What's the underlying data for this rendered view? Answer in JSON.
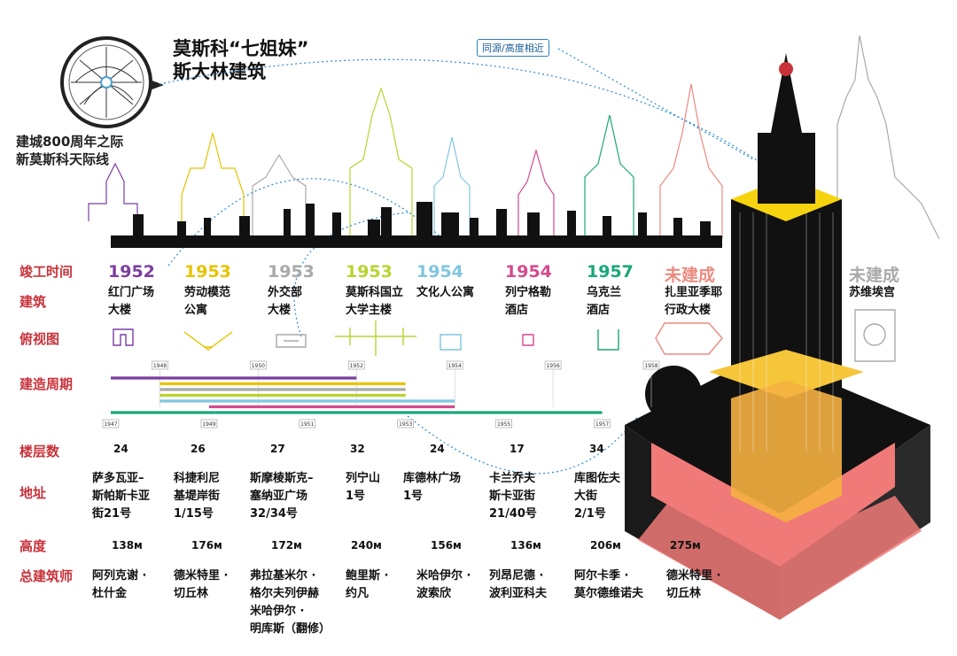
{
  "header": {
    "title_line1": "莫斯科“七姐妹”",
    "title_line2": "斯大林建筑",
    "sub_line1": "建城800周年之际",
    "sub_line2": "新莫斯科天际线",
    "similar_label": "同源/高度相近"
  },
  "row_labels": {
    "year": "竣工时间",
    "name": "建筑",
    "plan": "俯视图",
    "period": "建造周期",
    "floors": "楼层数",
    "address": "地址",
    "height": "高度",
    "architect": "总建筑师"
  },
  "buildings": [
    {
      "year": "1952",
      "color": "#7b3fa0",
      "name": [
        "红门广场",
        "大楼"
      ],
      "floors": "24",
      "address": [
        "萨多瓦亚–",
        "斯帕斯卡亚",
        "街21号"
      ],
      "height": "138м",
      "architect": [
        "阿列克谢 ·",
        "杜什金"
      ]
    },
    {
      "year": "1953",
      "color": "#e5c400",
      "name": [
        "劳动模范",
        "公寓"
      ],
      "floors": "26",
      "address": [
        "科捷利尼",
        "基堤岸街",
        "1/15号"
      ],
      "height": "176м",
      "architect": [
        "德米特里 ·",
        "切丘林"
      ]
    },
    {
      "year": "1953",
      "color": "#a9a9a9",
      "name": [
        "外交部",
        "大楼"
      ],
      "floors": "27",
      "address": [
        "斯摩棱斯克–",
        "塞纳亚广场",
        "32/34号"
      ],
      "height": "172м",
      "architect": [
        "弗拉基米尔 ·",
        "格尔夫列伊赫",
        "米哈伊尔 ·",
        "明库斯（翻修）"
      ]
    },
    {
      "year": "1953",
      "color": "#b8d430",
      "name": [
        "莫斯科国立",
        "大学主楼"
      ],
      "floors": "32",
      "address": [
        "列宁山",
        "1号"
      ],
      "height": "240м",
      "architect": [
        "鲍里斯 ·",
        "约凡"
      ]
    },
    {
      "year": "1954",
      "color": "#7fc6e0",
      "name": [
        "文化人公寓"
      ],
      "floors": "24",
      "address": [
        "库德林广场",
        "1号"
      ],
      "height": "156м",
      "architect": [
        "米哈伊尔 ·",
        "波索欣"
      ]
    },
    {
      "year": "1954",
      "color": "#d44a8c",
      "name": [
        "列宁格勒",
        "酒店"
      ],
      "floors": "17",
      "address": [
        "卡兰乔夫",
        "斯卡亚街",
        "21/40号"
      ],
      "height": "136м",
      "architect": [
        "列昂尼德 ·",
        "波利亚科夫"
      ]
    },
    {
      "year": "1957",
      "color": "#1aa77a",
      "name": [
        "乌克兰",
        "酒店"
      ],
      "floors": "34",
      "address": [
        "库图佐夫",
        "大街",
        "2/1号"
      ],
      "height": "206м",
      "architect": [
        "阿尔卡季 ·",
        "莫尔德维诺夫"
      ]
    },
    {
      "year": "未建成",
      "color": "#ec8b80",
      "name": [
        "扎里亚季耶",
        "行政大楼"
      ],
      "floors": "",
      "address": [],
      "height": "275м",
      "architect": [
        "德米特里 ·",
        "切丘林"
      ]
    },
    {
      "year": "未建成",
      "color": "#aaaaaa",
      "name": [
        "苏维埃宫"
      ],
      "floors": "",
      "address": [],
      "height": "",
      "architect": []
    }
  ],
  "timeline": {
    "top_ticks": [
      "1948",
      "1950",
      "1952",
      "1954",
      "1956",
      "1958"
    ],
    "bottom_ticks": [
      "1947",
      "1949",
      "1951",
      "1953",
      "1955",
      "1957"
    ],
    "bars": [
      {
        "color": "#7b3fa0",
        "start": 1947,
        "end": 1952
      },
      {
        "color": "#e5c400",
        "start": 1948,
        "end": 1953
      },
      {
        "color": "#a9a9a9",
        "start": 1948,
        "end": 1953
      },
      {
        "color": "#b8d430",
        "start": 1948,
        "end": 1953
      },
      {
        "color": "#7fc6e0",
        "start": 1948,
        "end": 1954
      },
      {
        "color": "#d44a8c",
        "start": 1949,
        "end": 1954
      },
      {
        "color": "#1aa77a",
        "start": 1947,
        "end": 1957
      }
    ]
  }
}
